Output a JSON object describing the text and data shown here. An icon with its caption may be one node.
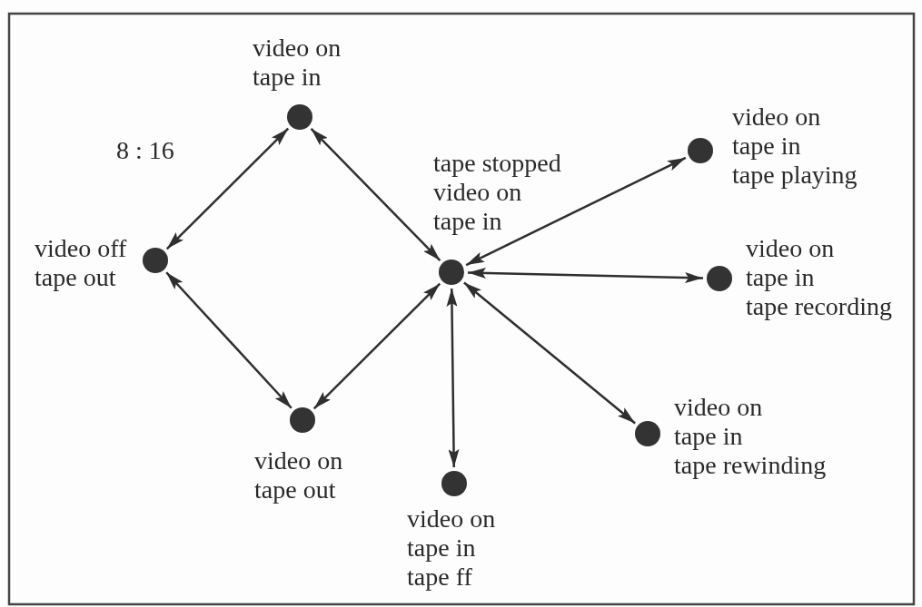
{
  "diagram": {
    "nodes": [
      {
        "text": [
          "video on tape in"
        ]
      },
      {
        "text": [
          "video on tape in tape playing"
        ]
      },
      {
        "text": [
          "tape stopped video on tape in"
        ]
      },
      {
        "text": [
          "video off tape out"
        ]
      },
      {
        "text": [
          "video on tape in tape recording"
        ]
      },
      {
        "text": [
          "video on tape in tape rewinding"
        ]
      },
      {
        "text": [
          "video on tape out"
        ]
      },
      {
        "text": [
          "video on tape in tape ff"
        ]
      }
    ],
    "edges": [
      {
        "from": 0,
        "to": 3,
        "arrow": "both"
      },
      {
        "from": 0,
        "to": 2,
        "arrow": "both"
      },
      {
        "from": 3,
        "to": 6,
        "arrow": "both"
      },
      {
        "from": 6,
        "to": 2,
        "arrow": "both"
      },
      {
        "from": 2,
        "to": 1,
        "arrow": "both"
      },
      {
        "from": 2,
        "to": 4,
        "arrow": "both"
      },
      {
        "from": 2,
        "to": 5,
        "arrow": "both"
      },
      {
        "from": 2,
        "to": 7,
        "arrow": "both"
      }
    ],
    "labels": [
      "8 : 16"
    ]
  }
}
